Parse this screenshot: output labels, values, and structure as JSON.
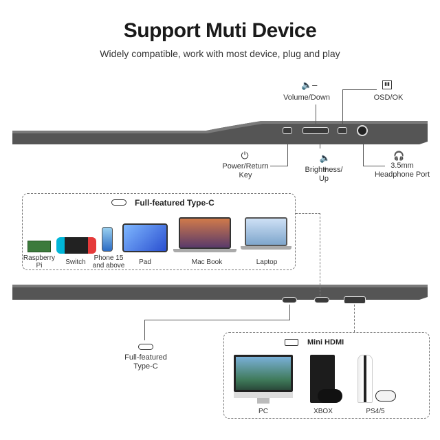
{
  "header": {
    "title": "Support Muti Device",
    "subtitle": "Widely compatible, work with most device, plug and play"
  },
  "top_panel": {
    "volume": "Volume/Down",
    "osd": "OSD/OK",
    "power_line1": "Power/Return",
    "power_line2": "Key",
    "brightness_line1": "Brightness/",
    "brightness_line2": "Up",
    "headphone_line1": "3.5mm",
    "headphone_line2": "Headphone Port"
  },
  "typec_box": {
    "heading": "Full-featured Type-C",
    "devices": [
      {
        "line1": "Raspberry",
        "line2": "Pi"
      },
      {
        "line1": "Switch",
        "line2": ""
      },
      {
        "line1": "Phone 15",
        "line2": "and above"
      },
      {
        "line1": "Pad",
        "line2": ""
      },
      {
        "line1": "Mac Book",
        "line2": ""
      },
      {
        "line1": "Laptop",
        "line2": ""
      }
    ]
  },
  "typec_side": {
    "line1": "Full-featured",
    "line2": "Type-C"
  },
  "hdmi_box": {
    "heading": "Mini HDMI",
    "devices": [
      "PC",
      "XBOX",
      "PS4/5"
    ]
  },
  "icons": [
    "volume-down-icon",
    "osd-icon",
    "power-icon",
    "brightness-up-icon",
    "headphone-icon",
    "type-c-icon",
    "hdmi-icon"
  ]
}
